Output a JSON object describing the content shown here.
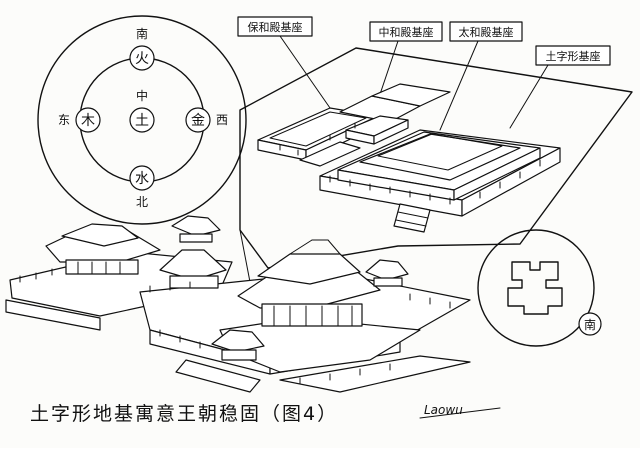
{
  "labels": {
    "baohe": "保和殿基座",
    "zhonghe": "中和殿基座",
    "taihe": "太和殿基座",
    "tu_base": "土字形基座"
  },
  "compass": {
    "south": "南",
    "north": "北",
    "east": "东",
    "west": "西",
    "center": "中"
  },
  "elements": {
    "fire": "火",
    "water": "水",
    "wood": "木",
    "metal": "金",
    "earth": "土"
  },
  "inset_direction": "南",
  "caption": "土字形地基寓意王朝稳固（图4）",
  "signature": "Laowu"
}
